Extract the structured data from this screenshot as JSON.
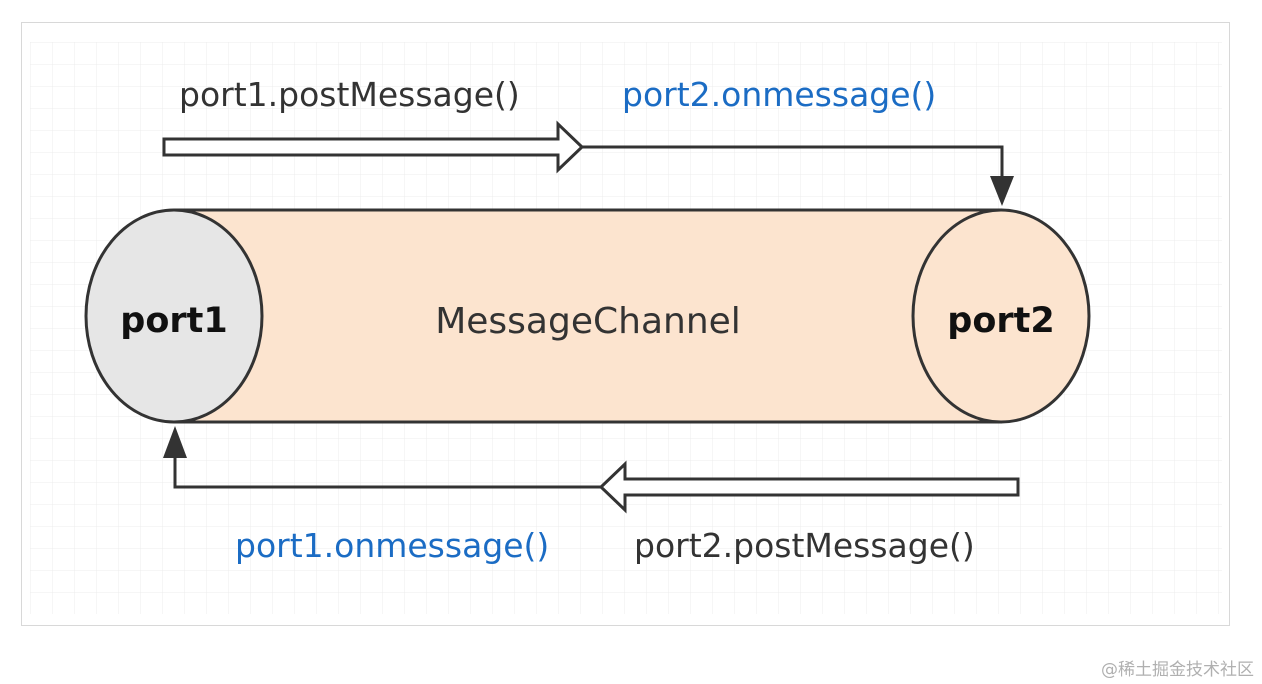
{
  "labels": {
    "top_left": "port1.postMessage()",
    "top_right": "port2.onmessage()",
    "bottom_left": "port1.onmessage()",
    "bottom_right": "port2.postMessage()"
  },
  "nodes": {
    "port1": "port1",
    "port2": "port2",
    "channel": "MessageChannel"
  },
  "watermark": "@稀土掘金技术社区",
  "colors": {
    "handler_text": "#1b6cc4",
    "port1_fill": "#e6e6e6",
    "channel_fill": "#fce4cf",
    "grid": "#ececec"
  }
}
